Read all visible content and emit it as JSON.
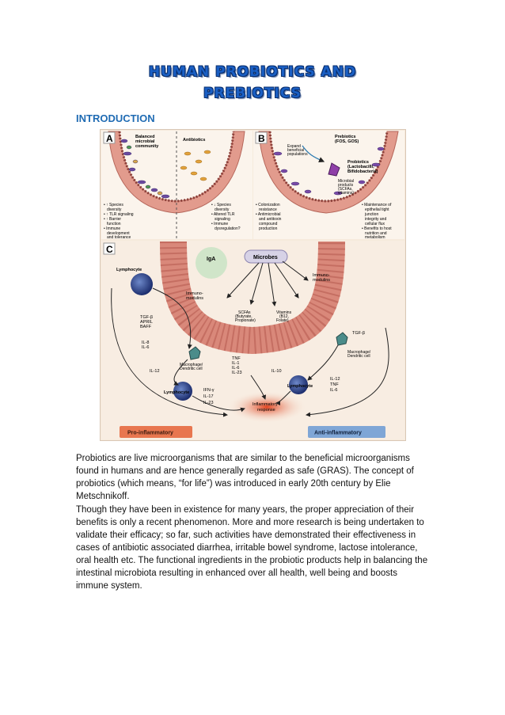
{
  "title_line1": "HUMAN PROBIOTICS AND",
  "title_line2": "PREBIOTICS",
  "heading": "INTRODUCTION",
  "figure": {
    "panel_a": {
      "letter": "A",
      "community_label": [
        "Balanced",
        "microbial",
        "community"
      ],
      "antibiotics_label": "Antibiotics",
      "left_notes": [
        "• ↑ Species",
        "diversity",
        "• ↑ TLR signaling",
        "• ↑ Barrier",
        "function",
        "• Immune",
        "development",
        "and tolerance"
      ],
      "right_notes": [
        "• ↓ Species",
        "diversity",
        "• Altered TLR",
        "signaling",
        "• Immune",
        "dysregulation?"
      ]
    },
    "panel_b": {
      "letter": "B",
      "prebiotics_label": [
        "Prebiotics",
        "(FOS, GOS)"
      ],
      "expand_label": [
        "Expand",
        "beneficial",
        "populations"
      ],
      "probiotics_label": [
        "Probiotics",
        "(Lactobacilli,",
        "Bifidobacteria)"
      ],
      "products_label": [
        "Microbial",
        "products",
        "(SCFAs,",
        "vitamins)"
      ],
      "left_notes": [
        "• Colonization",
        "resistance",
        "• Antimicrobial",
        "and antitoxin",
        "compound",
        "production"
      ],
      "right_notes": [
        "• Maintenance of",
        "epithelial tight",
        "junction",
        "integrity and",
        "cellular flux",
        "• Benefits to host",
        "nutrition and",
        "metabolism"
      ]
    },
    "panel_c": {
      "letter": "C",
      "iga": "IgA",
      "microbes": "Microbes",
      "lymphocyte_top": "Lymphocyte",
      "lymphocyte_bottom": "Lymphocyte",
      "lymphocyte_right": "Lymphocyte",
      "immunomod_left": [
        "Immuno-",
        "modulins"
      ],
      "immunomod_right": [
        "Immuno-",
        "modulins"
      ],
      "scfas": [
        "SCFAs",
        "(Butyrate,",
        "Propionate)"
      ],
      "vitamins": [
        "Vitamins",
        "(B12,",
        "Folate)"
      ],
      "tgf_list": [
        "TGF-β",
        "APRIL",
        "BAFF"
      ],
      "il_left": [
        "IL-8",
        "IL-6"
      ],
      "macrophage_left": [
        "Macrophage/",
        "Dendritic cell"
      ],
      "macrophage_right": [
        "Macrophage/",
        "Dendritic cell"
      ],
      "il12_left": "IL-12",
      "tnf_list": [
        "TNF",
        "IL-1",
        "IL-6",
        "IL-23"
      ],
      "ifn_list": [
        "IFN-γ",
        "IL-17",
        "IL-23"
      ],
      "il10": "IL-10",
      "right_cytokines": [
        "IL-12",
        "TNF",
        "IL-6"
      ],
      "tgf_right": "TGF-β",
      "inflammatory": [
        "Inflammatory",
        "response"
      ],
      "pro_bar": "Pro-inflammatory",
      "anti_bar": "Anti-inflammatory"
    }
  },
  "paragraph1": "Probiotics are live microorganisms that are similar to the beneficial microorganisms found in humans and are hence generally regarded as safe (GRAS). The concept of probiotics (which means, “for life”) was introduced in early 20th century by Elie Metschnikoff.",
  "paragraph2": "Though they have been in existence for many years, the proper appreciation of their benefits is only a recent phenomenon. More and more research is being undertaken to validate their efficacy; so far, such activities have demonstrated their effectiveness in cases of antibiotic associated diarrhea, irritable bowel syndrome, lactose intolerance, oral health etc. The functional ingredients in the probiotic products help in balancing the intestinal microbiota resulting in enhanced over all health, well being and boosts immune system.",
  "colors": {
    "title": "#1a5fc4",
    "heading": "#1f6bb3",
    "tissue": "#d9887a",
    "pro_bar": "#e8764f",
    "anti_bar": "#7fa6d6"
  }
}
